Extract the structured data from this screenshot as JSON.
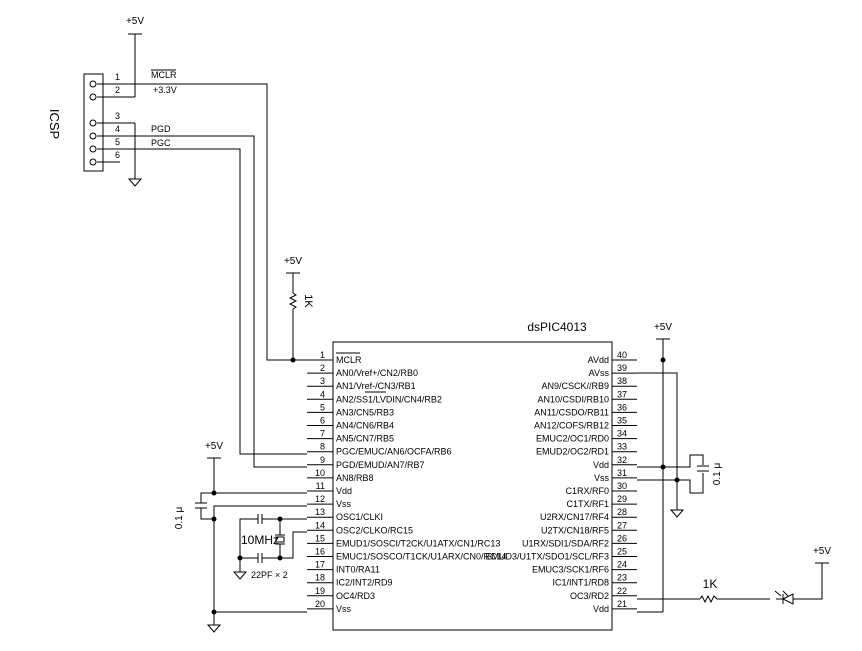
{
  "icsp": {
    "label": "ICSP",
    "pins": [
      "1",
      "2",
      "3",
      "4",
      "5",
      "6"
    ],
    "signals": {
      "mclr": "MCLR",
      "v33": "+3.3V",
      "pgd": "PGD",
      "pgc": "PGC"
    },
    "supply": "+5V"
  },
  "pullup": {
    "supply": "+5V",
    "value": "1K"
  },
  "chip": {
    "name": "dsPIC4013",
    "left_pins": [
      {
        "num": "1",
        "name": "MCLR"
      },
      {
        "num": "2",
        "name": "AN0/Vref+/CN2/RB0"
      },
      {
        "num": "3",
        "name": "AN1/Vref-/CN3/RB1"
      },
      {
        "num": "4",
        "name": "AN2/SS1/LVDIN/CN4/RB2"
      },
      {
        "num": "5",
        "name": "AN3/CN5/RB3"
      },
      {
        "num": "6",
        "name": "AN4/CN6/RB4"
      },
      {
        "num": "7",
        "name": "AN5/CN7/RB5"
      },
      {
        "num": "8",
        "name": "PGC/EMUC/AN6/OCFA/RB6"
      },
      {
        "num": "9",
        "name": "PGD/EMUD/AN7/RB7"
      },
      {
        "num": "10",
        "name": "AN8/RB8"
      },
      {
        "num": "11",
        "name": "Vdd"
      },
      {
        "num": "12",
        "name": "Vss"
      },
      {
        "num": "13",
        "name": "OSC1/CLKI"
      },
      {
        "num": "14",
        "name": "OSC2/CLKO/RC15"
      },
      {
        "num": "15",
        "name": "EMUD1/SOSCI/T2CK/U1ATX/CN1/RC13"
      },
      {
        "num": "16",
        "name": "EMUC1/SOSCO/T1CK/U1ARX/CN0/RC14"
      },
      {
        "num": "17",
        "name": "INT0/RA11"
      },
      {
        "num": "18",
        "name": "IC2/INT2/RD9"
      },
      {
        "num": "19",
        "name": "OC4/RD3"
      },
      {
        "num": "20",
        "name": "Vss"
      }
    ],
    "right_pins": [
      {
        "num": "40",
        "name": "AVdd"
      },
      {
        "num": "39",
        "name": "AVss"
      },
      {
        "num": "38",
        "name": "AN9/CSCK//RB9"
      },
      {
        "num": "37",
        "name": "AN10/CSDI/RB10"
      },
      {
        "num": "36",
        "name": "AN11/CSDO/RB11"
      },
      {
        "num": "35",
        "name": "AN12/COFS/RB12"
      },
      {
        "num": "34",
        "name": "EMUC2/OC1/RD0"
      },
      {
        "num": "33",
        "name": "EMUD2/OC2/RD1"
      },
      {
        "num": "32",
        "name": "Vdd"
      },
      {
        "num": "31",
        "name": "Vss"
      },
      {
        "num": "30",
        "name": "C1RX/RF0"
      },
      {
        "num": "29",
        "name": "C1TX/RF1"
      },
      {
        "num": "28",
        "name": "U2RX/CN17/RF4"
      },
      {
        "num": "27",
        "name": "U2TX/CN18/RF5"
      },
      {
        "num": "26",
        "name": "U1RX/SDI1/SDA/RF2"
      },
      {
        "num": "25",
        "name": "EMUD3/U1TX/SDO1/SCL/RF3"
      },
      {
        "num": "24",
        "name": "EMUC3/SCK1/RF6"
      },
      {
        "num": "23",
        "name": "IC1/INT1/RD8"
      },
      {
        "num": "22",
        "name": "OC3/RD2"
      },
      {
        "num": "21",
        "name": "Vdd"
      }
    ]
  },
  "right_supply": {
    "supply": "+5V",
    "cap": "0.1 μ"
  },
  "left_supply": {
    "supply": "+5V",
    "cap": "0.1 μ"
  },
  "crystal": {
    "freq": "10MHz",
    "caps": "22PF × 2"
  },
  "led_circuit": {
    "resistor": "1K",
    "supply": "+5V"
  }
}
